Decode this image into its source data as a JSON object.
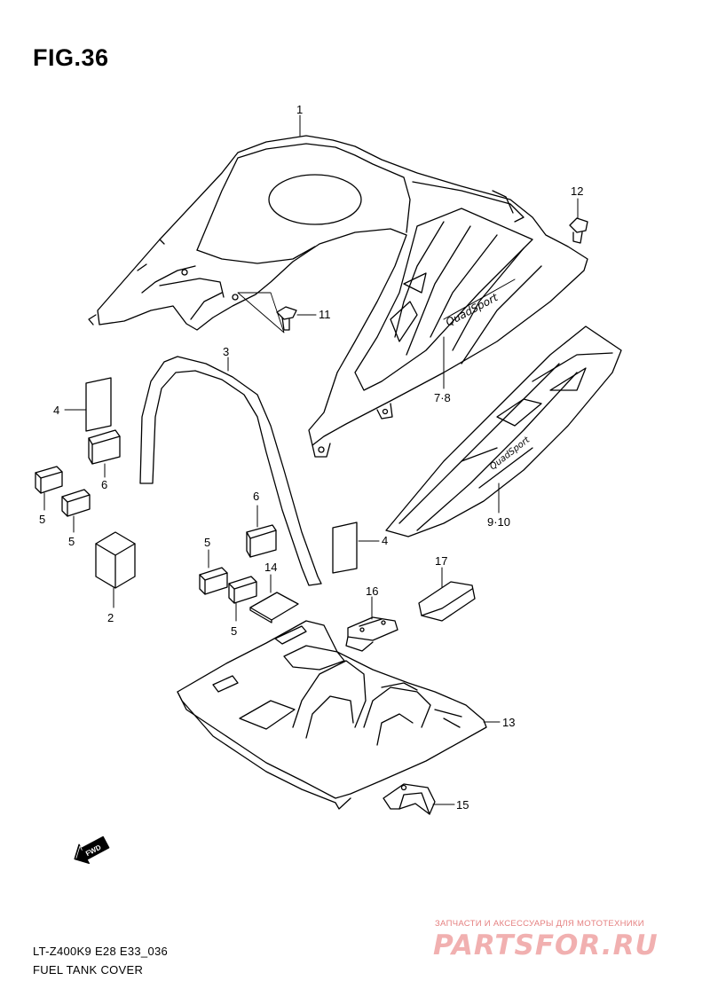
{
  "figure": {
    "title": "FIG.36",
    "model_code": "LT-Z400K9 E28 E33_036",
    "caption": "FUEL TANK COVER"
  },
  "callouts": [
    {
      "id": "c1",
      "label": "1"
    },
    {
      "id": "c2",
      "label": "2"
    },
    {
      "id": "c3",
      "label": "3"
    },
    {
      "id": "c4a",
      "label": "4"
    },
    {
      "id": "c4b",
      "label": "4"
    },
    {
      "id": "c5a",
      "label": "5"
    },
    {
      "id": "c5b",
      "label": "5"
    },
    {
      "id": "c5c",
      "label": "5"
    },
    {
      "id": "c5d",
      "label": "5"
    },
    {
      "id": "c6a",
      "label": "6"
    },
    {
      "id": "c6b",
      "label": "6"
    },
    {
      "id": "c78",
      "label": "7·8"
    },
    {
      "id": "c910",
      "label": "9·10"
    },
    {
      "id": "c11",
      "label": "11"
    },
    {
      "id": "c12",
      "label": "12"
    },
    {
      "id": "c13",
      "label": "13"
    },
    {
      "id": "c14",
      "label": "14"
    },
    {
      "id": "c15",
      "label": "15"
    },
    {
      "id": "c16",
      "label": "16"
    },
    {
      "id": "c17",
      "label": "17"
    }
  ],
  "fwd_arrow": {
    "label": "FWD",
    "icon": "forward-arrow-icon"
  },
  "watermark": {
    "line1": "ЗАПЧАСТИ И АКСЕССУАРЫ ДЛЯ МОТОТЕХНИКИ",
    "line2": "PARTSFOR.RU",
    "color": "#e58080"
  }
}
